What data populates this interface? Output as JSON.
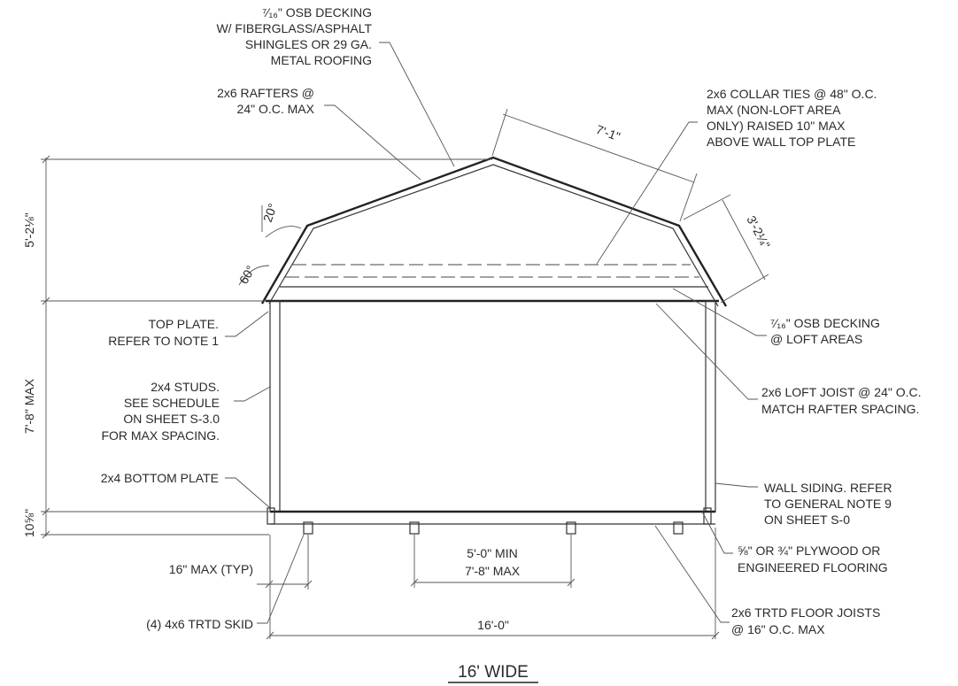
{
  "notes": {
    "osb_roof": [
      "⁷⁄₁₆\" OSB DECKING",
      "W/ FIBERGLASS/ASPHALT",
      "SHINGLES OR 29 GA.",
      "METAL ROOFING"
    ],
    "rafters": [
      "2x6 RAFTERS @",
      "24\" O.C. MAX"
    ],
    "collar_ties": [
      "2x6  COLLAR TIES @ 48\" O.C.",
      "MAX (NON-LOFT AREA",
      "ONLY) RAISED 10\" MAX",
      "ABOVE WALL TOP PLATE"
    ],
    "top_plate": [
      "TOP PLATE.",
      "REFER TO NOTE 1"
    ],
    "osb_loft": [
      "⁷⁄₁₆\" OSB DECKING",
      "@ LOFT AREAS"
    ],
    "studs": [
      "2x4 STUDS.",
      "SEE SCHEDULE",
      "ON SHEET S-3.0",
      "FOR MAX SPACING."
    ],
    "loft_joist": [
      "2x6 LOFT JOIST @ 24\" O.C.",
      "MATCH RAFTER SPACING."
    ],
    "bottom_plate": "2x4 BOTTOM PLATE",
    "siding": [
      "WALL SIDING. REFER",
      "TO GENERAL NOTE 9",
      "ON SHEET S-0"
    ],
    "flooring": [
      "⅝\" OR ¾\" PLYWOOD OR",
      "ENGINEERED FLOORING"
    ],
    "skid": "(4) 4x6 TRTD SKID",
    "floor_joists": [
      "2x6 TRTD FLOOR JOISTS",
      "@ 16\" O.C. MAX"
    ]
  },
  "dimensions": {
    "upper_roof_length": "7'-1\"",
    "lower_roof_length": "3'-2¼\"",
    "roof_height": "5'-2⅛\"",
    "wall_height": "7'-8\" MAX",
    "floor_height": "10⅝\"",
    "angle_upper": "20°",
    "angle_lower": "60°",
    "skid_spacing": "16\" MAX (TYP)",
    "center_span": [
      "5'-0\" MIN",
      "7'-8\" MAX"
    ],
    "overall_width": "16'-0\""
  },
  "title": "16' WIDE"
}
